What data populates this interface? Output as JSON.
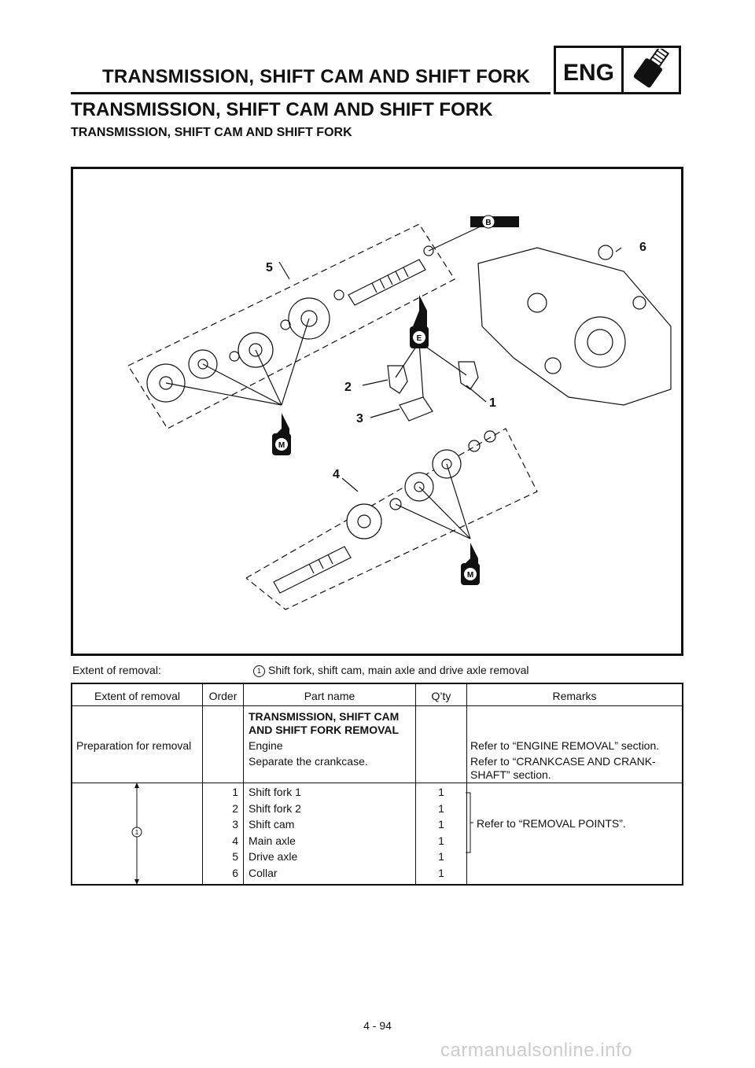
{
  "header": {
    "running_title": "TRANSMISSION, SHIFT CAM AND SHIFT FORK",
    "section_badge": "ENG",
    "badge_icon": "engine-bolt-icon"
  },
  "section_title": "TRANSMISSION, SHIFT CAM AND SHIFT FORK",
  "subsection_title": "TRANSMISSION, SHIFT CAM AND SHIFT FORK",
  "figure": {
    "callouts": [
      "1",
      "2",
      "3",
      "4",
      "5",
      "6"
    ],
    "lubricant_markers": [
      "B",
      "E",
      "M",
      "M"
    ]
  },
  "extent_of_removal": {
    "label": "Extent of removal:",
    "mark": "1",
    "description": "Shift fork, shift cam, main axle and drive axle removal"
  },
  "table": {
    "headers": [
      "Extent of removal",
      "Order",
      "Part name",
      "Q’ty",
      "Remarks"
    ],
    "prep": {
      "title_line1": "TRANSMISSION, SHIFT CAM",
      "title_line2": "AND SHIFT FORK REMOVAL",
      "extent": "Preparation for removal",
      "rows": [
        {
          "part": "Engine",
          "remarks": "Refer to “ENGINE REMOVAL” section."
        },
        {
          "part": "Separate the crankcase.",
          "remarks": "Refer to “CRANKCASE AND CRANK-",
          "remarks2": "SHAFT” section."
        }
      ]
    },
    "group_mark": "1",
    "rows": [
      {
        "order": "1",
        "part": "Shift fork 1",
        "qty": "1"
      },
      {
        "order": "2",
        "part": "Shift fork 2",
        "qty": "1"
      },
      {
        "order": "3",
        "part": "Shift cam",
        "qty": "1"
      },
      {
        "order": "4",
        "part": "Main axle",
        "qty": "1"
      },
      {
        "order": "5",
        "part": "Drive axle",
        "qty": "1"
      },
      {
        "order": "6",
        "part": "Collar",
        "qty": "1"
      }
    ],
    "group_remark": "Refer to “REMOVAL POINTS”."
  },
  "page_number": "4 - 94",
  "watermark": "carmanualsonline.info"
}
